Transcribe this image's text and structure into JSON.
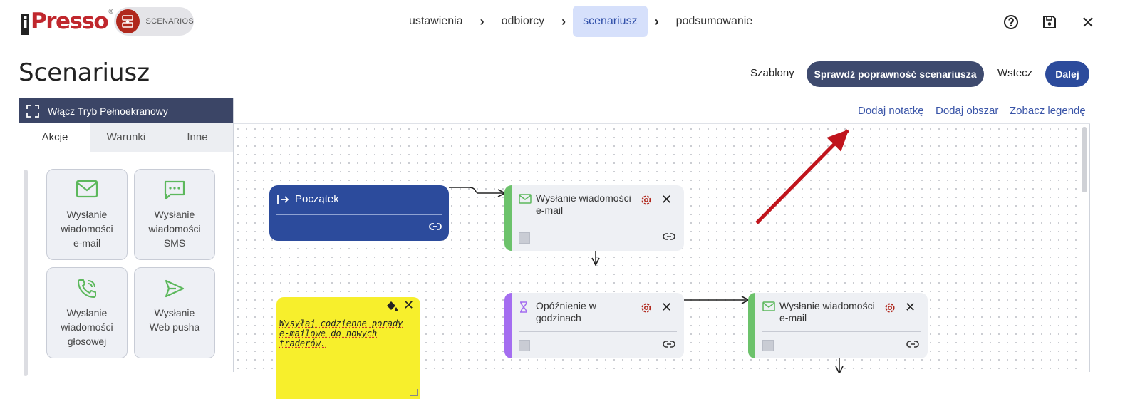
{
  "app": {
    "logo_text": "Presso",
    "logo_letter": "i",
    "badge_label": "SCENARIOS"
  },
  "steps": [
    {
      "label": "ustawienia"
    },
    {
      "label": "odbiorcy"
    },
    {
      "label": "scenariusz",
      "active": true
    },
    {
      "label": "podsumowanie"
    }
  ],
  "top_icons": [
    "help-icon",
    "save-icon",
    "close-icon"
  ],
  "page": {
    "title": "Scenariusz",
    "templates_label": "Szablony",
    "validate_label": "Sprawdź poprawność scenariusza",
    "back_label": "Wstecz",
    "next_label": "Dalej"
  },
  "panel": {
    "fullscreen_label": "Włącz Tryb Pełnoekranowy",
    "tabs": [
      "Akcje",
      "Warunki",
      "Inne"
    ],
    "active_tab": "Akcje",
    "tiles": [
      {
        "label": "Wysłanie wiadomości e-mail",
        "lines": [
          "Wysłanie",
          "wiadomości",
          "e-mail"
        ],
        "icon": "mail-icon"
      },
      {
        "label": "Wysłanie wiadomości SMS",
        "lines": [
          "Wysłanie",
          "wiadomości",
          "SMS"
        ],
        "icon": "sms-icon"
      },
      {
        "label": "Wysłanie wiadomości głosowej",
        "lines": [
          "Wysłanie",
          "wiadomości",
          "głosowej"
        ],
        "icon": "phone-icon"
      },
      {
        "label": "Wysłanie Web pusha",
        "lines": [
          "Wysłanie",
          "Web pusha"
        ],
        "icon": "send-icon"
      }
    ]
  },
  "canvas": {
    "toolbar": {
      "add_note": "Dodaj notatkę",
      "add_area": "Dodaj obszar",
      "show_legend": "Zobacz legendę"
    },
    "start_node": {
      "label": "Początek"
    },
    "nodes": [
      {
        "id": "email1",
        "lines": [
          "Wysłanie wiadomości",
          "e-mail"
        ],
        "type": "email",
        "accent": "#6cc26b"
      },
      {
        "id": "delay1",
        "lines": [
          "Opóźnienie w",
          "godzinach"
        ],
        "type": "delay",
        "accent": "#a46df0"
      },
      {
        "id": "email2",
        "lines": [
          "Wysłanie wiadomości",
          "e-mail"
        ],
        "type": "email",
        "accent": "#6cc26b"
      }
    ],
    "note": {
      "lines": [
        "Wysyłaj codzienne porady",
        "e-mailowe do nowych",
        "traderów."
      ]
    }
  },
  "colors": {
    "brand": "#c0272d",
    "primary": "#2c4b9c",
    "dark_pill": "#3e4a6e",
    "header": "#3b4566",
    "note": "#f7ef2c",
    "annotation_arrow": "#c0141c"
  }
}
